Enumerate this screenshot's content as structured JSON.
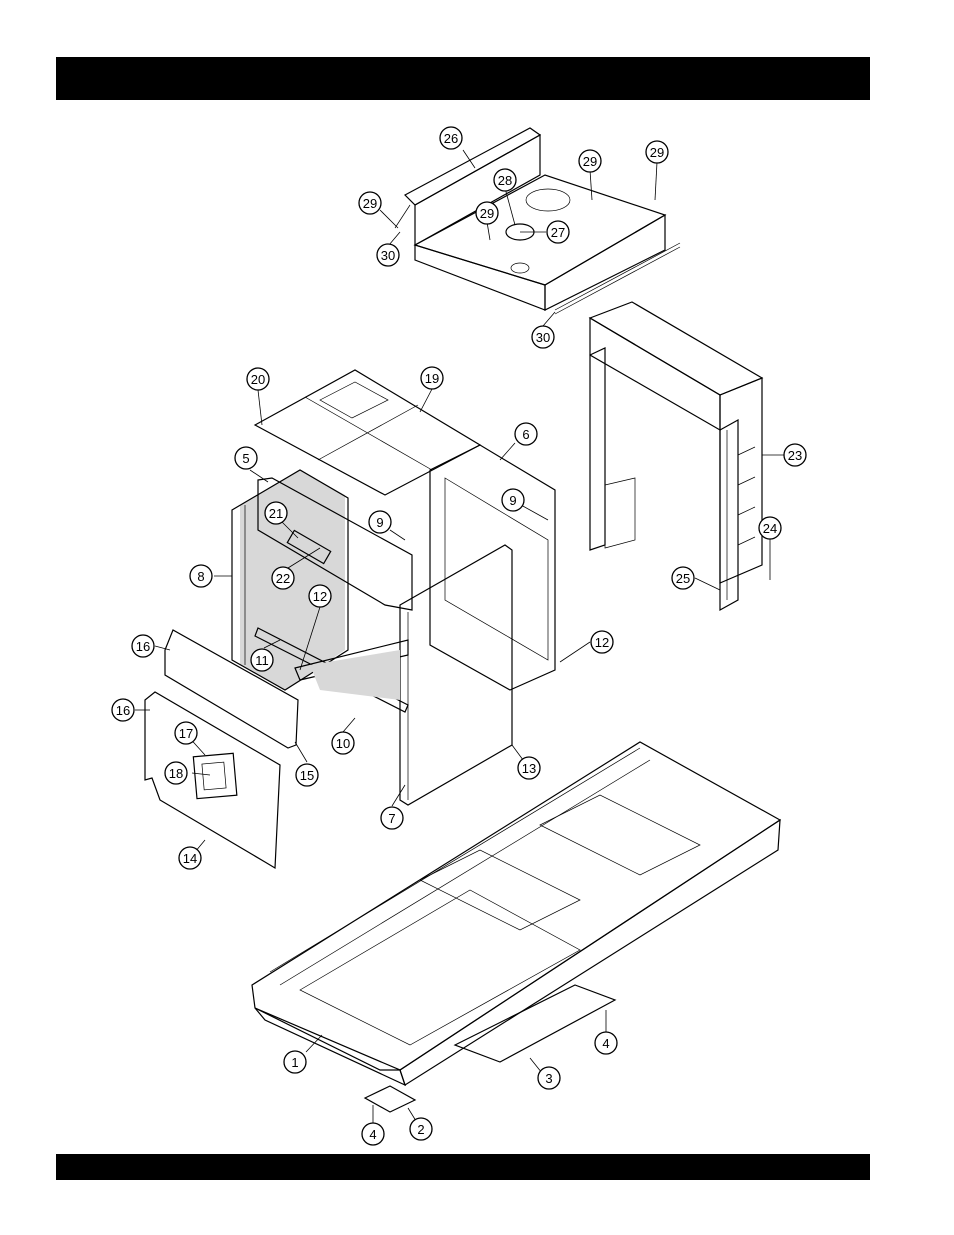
{
  "header": {
    "title": ""
  },
  "footer": {
    "text": ""
  },
  "callouts": [
    {
      "id": "1"
    },
    {
      "id": "2"
    },
    {
      "id": "3"
    },
    {
      "id": "4"
    },
    {
      "id": "4"
    },
    {
      "id": "5"
    },
    {
      "id": "6"
    },
    {
      "id": "7"
    },
    {
      "id": "8"
    },
    {
      "id": "9"
    },
    {
      "id": "9"
    },
    {
      "id": "10"
    },
    {
      "id": "11"
    },
    {
      "id": "12"
    },
    {
      "id": "12"
    },
    {
      "id": "13"
    },
    {
      "id": "14"
    },
    {
      "id": "15"
    },
    {
      "id": "16"
    },
    {
      "id": "16"
    },
    {
      "id": "17"
    },
    {
      "id": "18"
    },
    {
      "id": "19"
    },
    {
      "id": "20"
    },
    {
      "id": "21"
    },
    {
      "id": "22"
    },
    {
      "id": "23"
    },
    {
      "id": "24"
    },
    {
      "id": "25"
    },
    {
      "id": "26"
    },
    {
      "id": "27"
    },
    {
      "id": "28"
    },
    {
      "id": "29"
    },
    {
      "id": "29"
    },
    {
      "id": "29"
    },
    {
      "id": "29"
    },
    {
      "id": "30"
    },
    {
      "id": "30"
    }
  ]
}
